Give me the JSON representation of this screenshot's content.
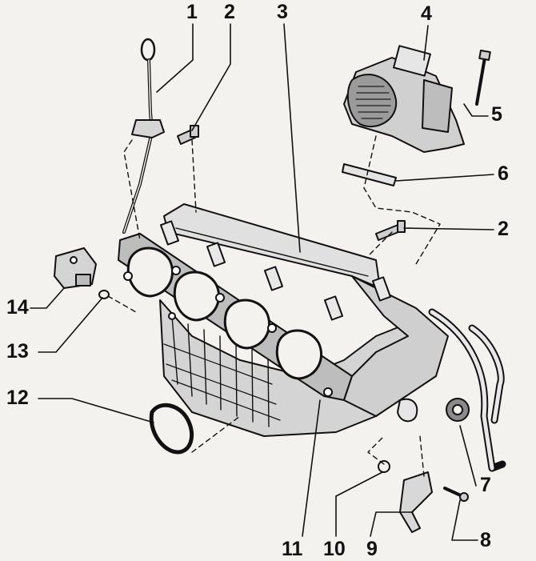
{
  "callouts": [
    {
      "id": "1",
      "label": "1"
    },
    {
      "id": "2a",
      "label": "2"
    },
    {
      "id": "3",
      "label": "3"
    },
    {
      "id": "4",
      "label": "4"
    },
    {
      "id": "5",
      "label": "5"
    },
    {
      "id": "6",
      "label": "6"
    },
    {
      "id": "2b",
      "label": "2"
    },
    {
      "id": "14",
      "label": "14"
    },
    {
      "id": "13",
      "label": "13"
    },
    {
      "id": "12",
      "label": "12"
    },
    {
      "id": "7",
      "label": "7"
    },
    {
      "id": "8",
      "label": "8"
    },
    {
      "id": "11",
      "label": "11"
    },
    {
      "id": "10",
      "label": "10"
    },
    {
      "id": "9",
      "label": "9"
    }
  ],
  "colors": {
    "ink": "#111111",
    "paper": "#f4f2ee",
    "metal": "#c9c9c9",
    "shade": "#8a8a8a"
  }
}
